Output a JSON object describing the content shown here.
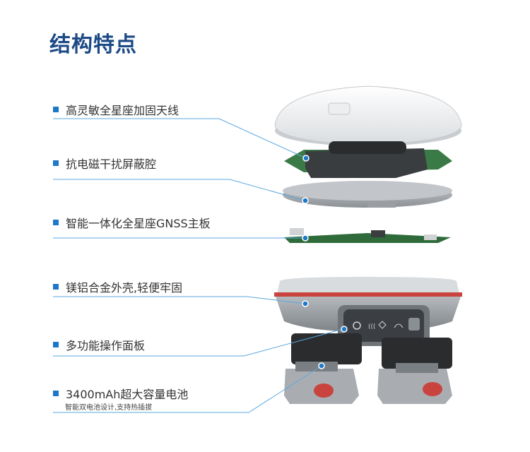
{
  "title": "结构特点",
  "features": [
    {
      "label": "高灵敏全星座加固天线"
    },
    {
      "label": "抗电磁干扰屏蔽腔"
    },
    {
      "label": "智能一体化全星座GNSS主板"
    },
    {
      "label": "镁铝合金外壳,轻便牢固"
    },
    {
      "label": "多功能操作面板"
    },
    {
      "label": "3400mAh超大容量电池",
      "sublabel": "智能双电池设计,支持热插拔"
    }
  ],
  "colors": {
    "title": "#1c4a86",
    "accent": "#1e78c8",
    "leader_line": "#5aa7e0",
    "housing_red": "#c9443f",
    "pcb_green": "#2f6b3a"
  }
}
